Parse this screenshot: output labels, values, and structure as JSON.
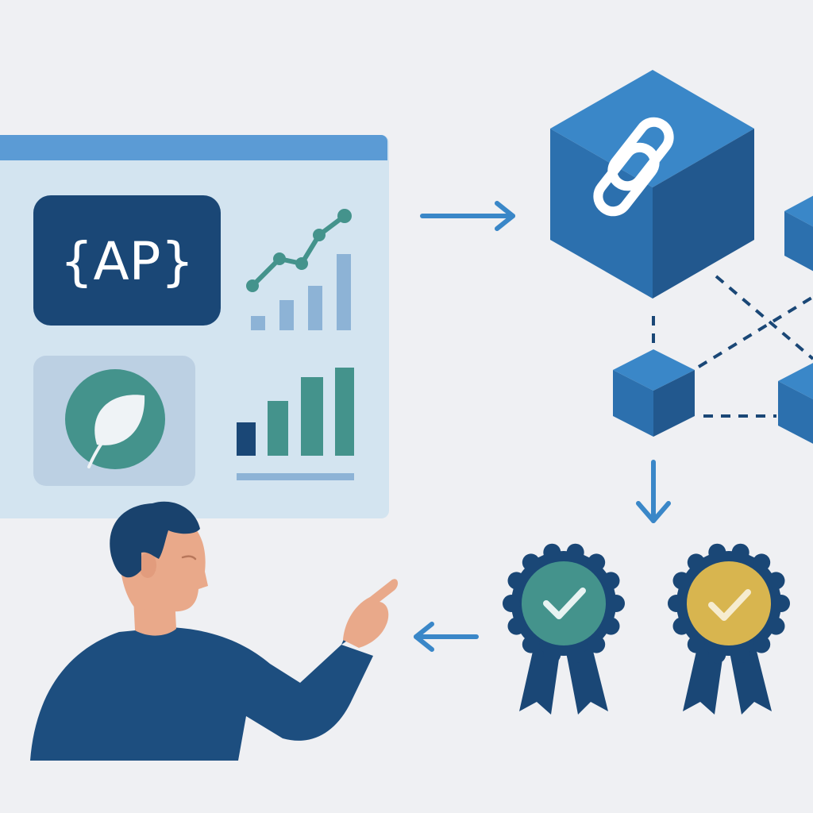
{
  "dashboard": {
    "api_badge_label": "{AP}",
    "colors": {
      "window_header": "#5b9bd5",
      "window_body": "#d3e4f0",
      "api_badge": "#1a4776",
      "accent_teal": "#44938c",
      "accent_dark": "#1a4776",
      "bars_light": "#8db3d6",
      "leaf_panel": "#bcd0e3"
    },
    "icons": [
      "api-badge-icon",
      "line-chart-icon",
      "leaf-icon",
      "bar-chart-icon"
    ]
  },
  "blockchain": {
    "icons": [
      "chain-link-icon",
      "cube-icon"
    ],
    "colors": {
      "cube_top": "#3a87c8",
      "cube_left": "#2c70ae",
      "cube_right": "#22588e"
    }
  },
  "certificates": {
    "items": [
      {
        "name": "teal-badge",
        "icon": "checkmark-icon",
        "color": "#44938c"
      },
      {
        "name": "gold-badge",
        "icon": "checkmark-icon",
        "color": "#d8b54f"
      }
    ],
    "ribbon_color": "#1a4776"
  },
  "person": {
    "icon": "person-pointing-icon",
    "colors": {
      "shirt": "#1d4e7f",
      "hair": "#19426d",
      "skin": "#e9a98a"
    }
  },
  "flow_arrows": [
    "arrow-right-icon",
    "arrow-down-icon",
    "arrow-left-icon"
  ]
}
